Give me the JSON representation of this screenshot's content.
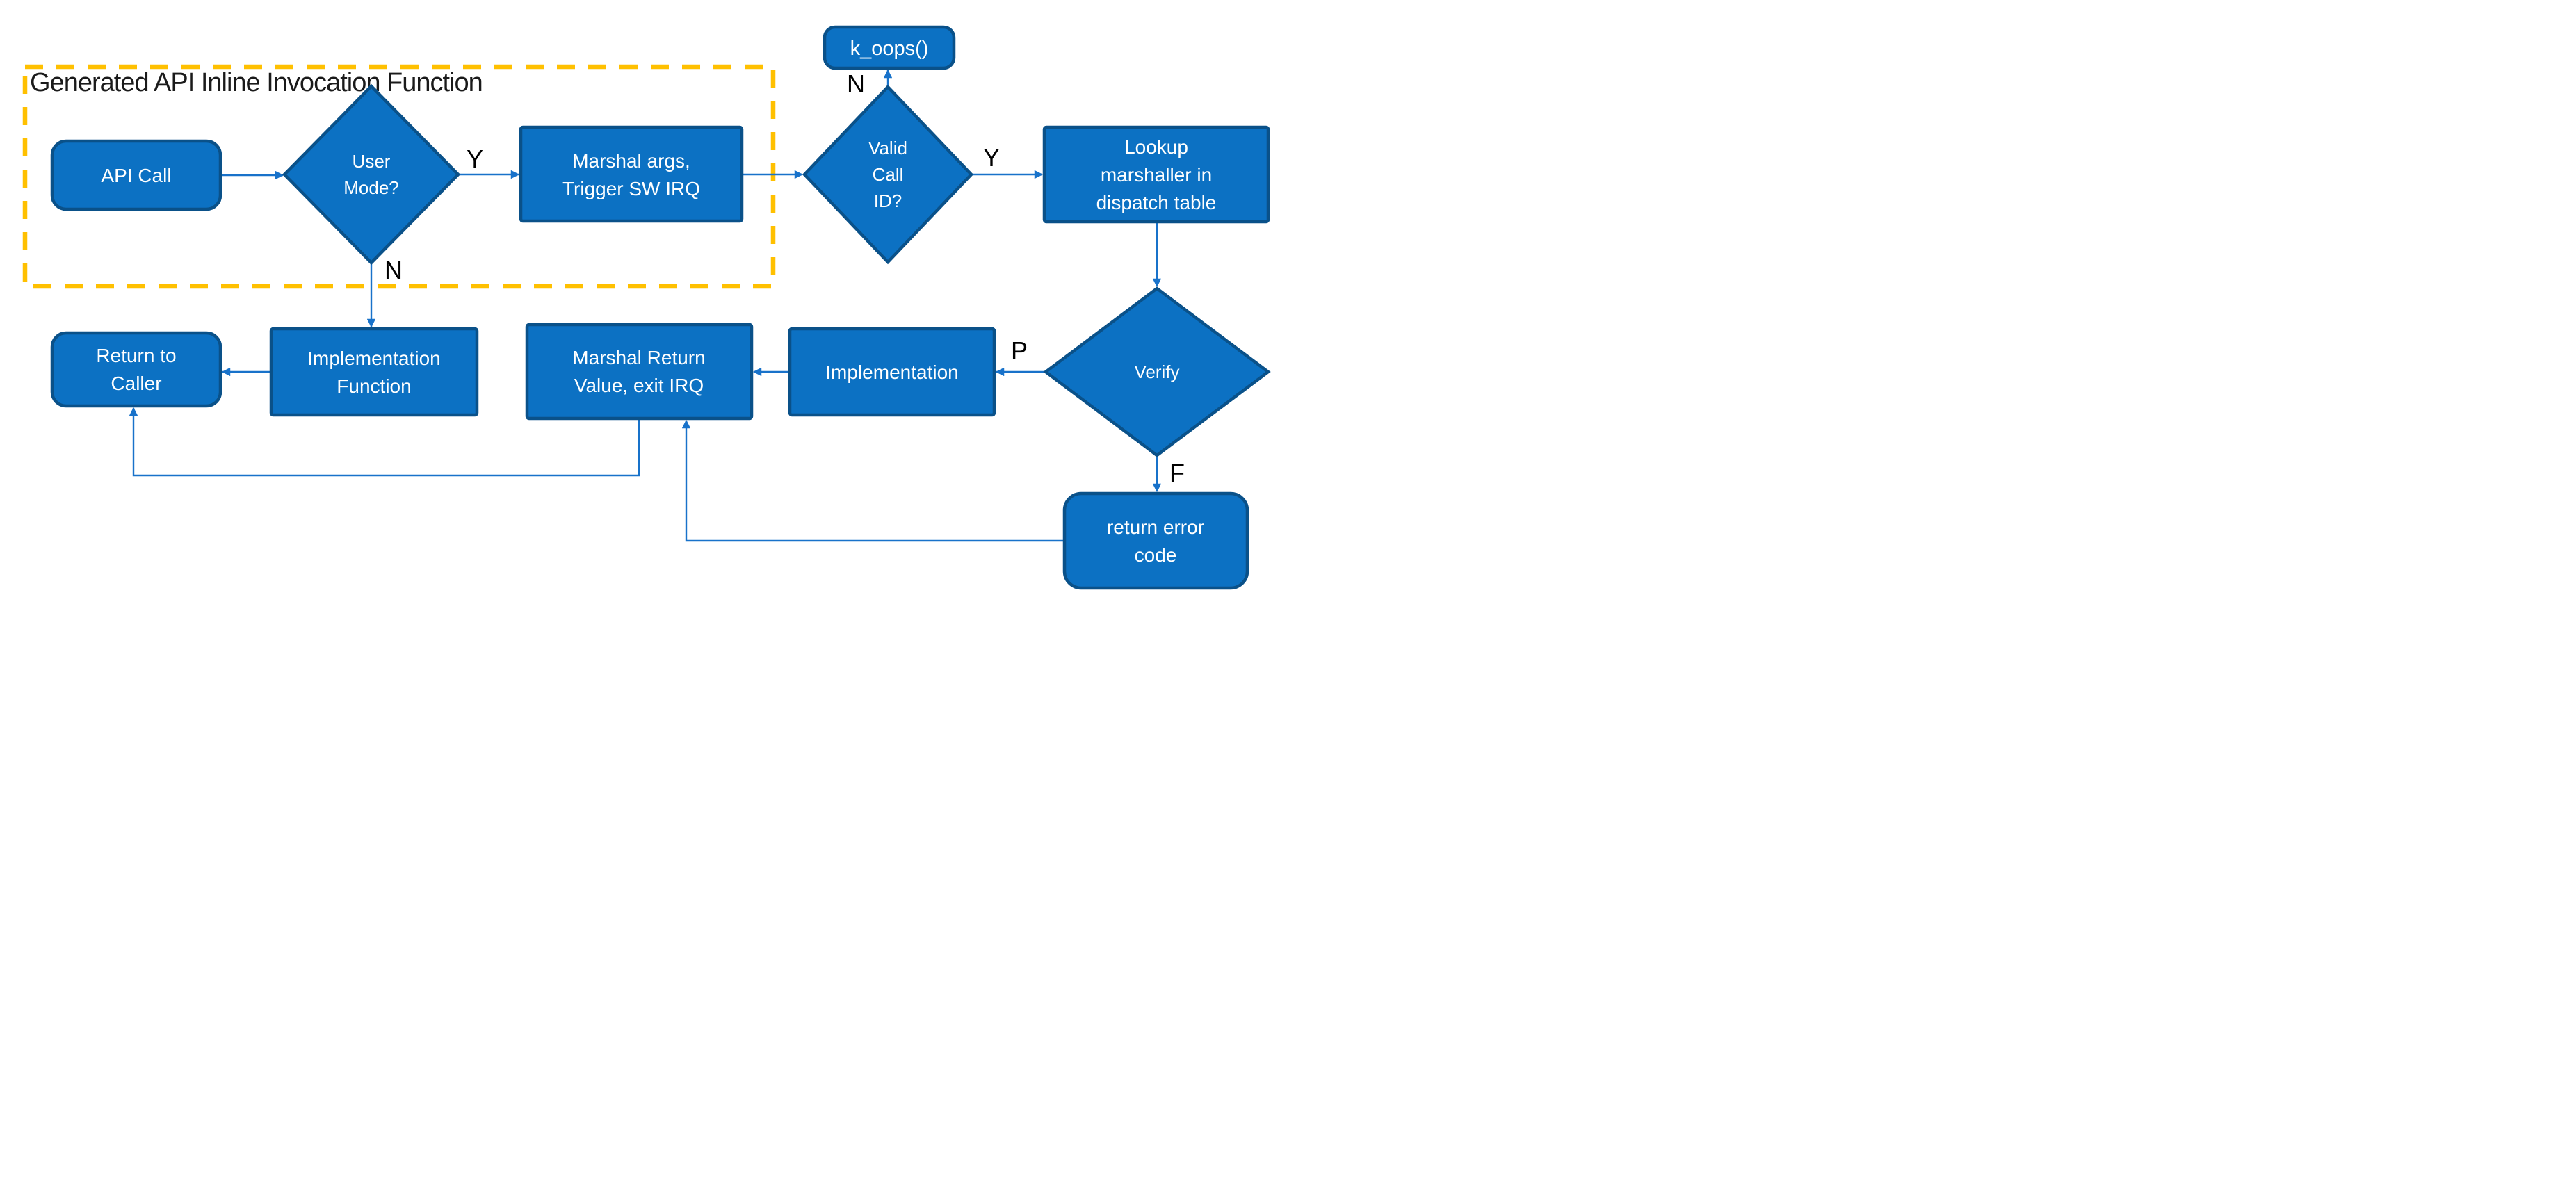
{
  "title": "Generated API Inline Invocation Function",
  "nodes": {
    "api_call": {
      "label": "API Call"
    },
    "user_mode": {
      "lines": [
        "User",
        "Mode?"
      ]
    },
    "marshal_args": {
      "lines": [
        "Marshal args,",
        "Trigger SW IRQ"
      ]
    },
    "k_oops": {
      "label": "k_oops()"
    },
    "valid_call_id": {
      "lines": [
        "Valid",
        "Call",
        "ID?"
      ]
    },
    "lookup_marshaller": {
      "lines": [
        "Lookup",
        "marshaller in",
        "dispatch table"
      ]
    },
    "verify": {
      "label": "Verify"
    },
    "return_to_caller": {
      "lines": [
        "Return to",
        "Caller"
      ]
    },
    "implementation_function": {
      "lines": [
        "Implementation",
        "Function"
      ]
    },
    "marshal_return": {
      "lines": [
        "Marshal Return",
        "Value, exit IRQ"
      ]
    },
    "implementation": {
      "label": "Implementation"
    },
    "return_error_code": {
      "lines": [
        "return error",
        "code"
      ]
    }
  },
  "edge_labels": {
    "user_mode_yes": "Y",
    "user_mode_no": "N",
    "valid_call_id_no": "N",
    "valid_call_id_yes": "Y",
    "verify_pass": "P",
    "verify_fail": "F"
  },
  "colors": {
    "node_fill": "#0C71C3",
    "node_border": "#0A5189",
    "arrow": "#1872CA",
    "dashed_container": "#FFC000",
    "node_text": "#FFFFFF",
    "label_text": "#000000",
    "title_text": "#1A1A1A",
    "background": "#FFFFFF"
  }
}
